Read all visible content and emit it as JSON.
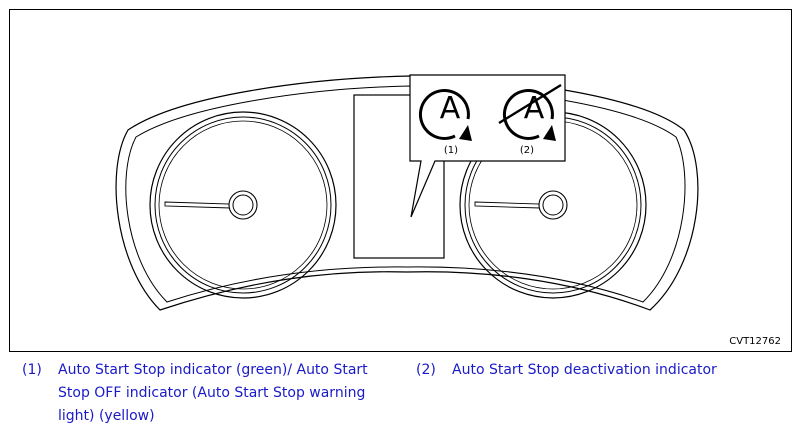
{
  "figure": {
    "code": "CVT12762",
    "callout_labels": [
      "(1)",
      "(2)"
    ],
    "indicator_letter": "A"
  },
  "captions": [
    {
      "number": "(1)",
      "text": "Auto Start Stop indicator (green)/ Auto Start Stop OFF indicator (Auto Start Stop warning light) (yellow)"
    },
    {
      "number": "(2)",
      "text": "Auto Start Stop deactivation indicator"
    }
  ],
  "colors": {
    "caption_text": "#1a1ac8",
    "line_art": "#000000"
  }
}
